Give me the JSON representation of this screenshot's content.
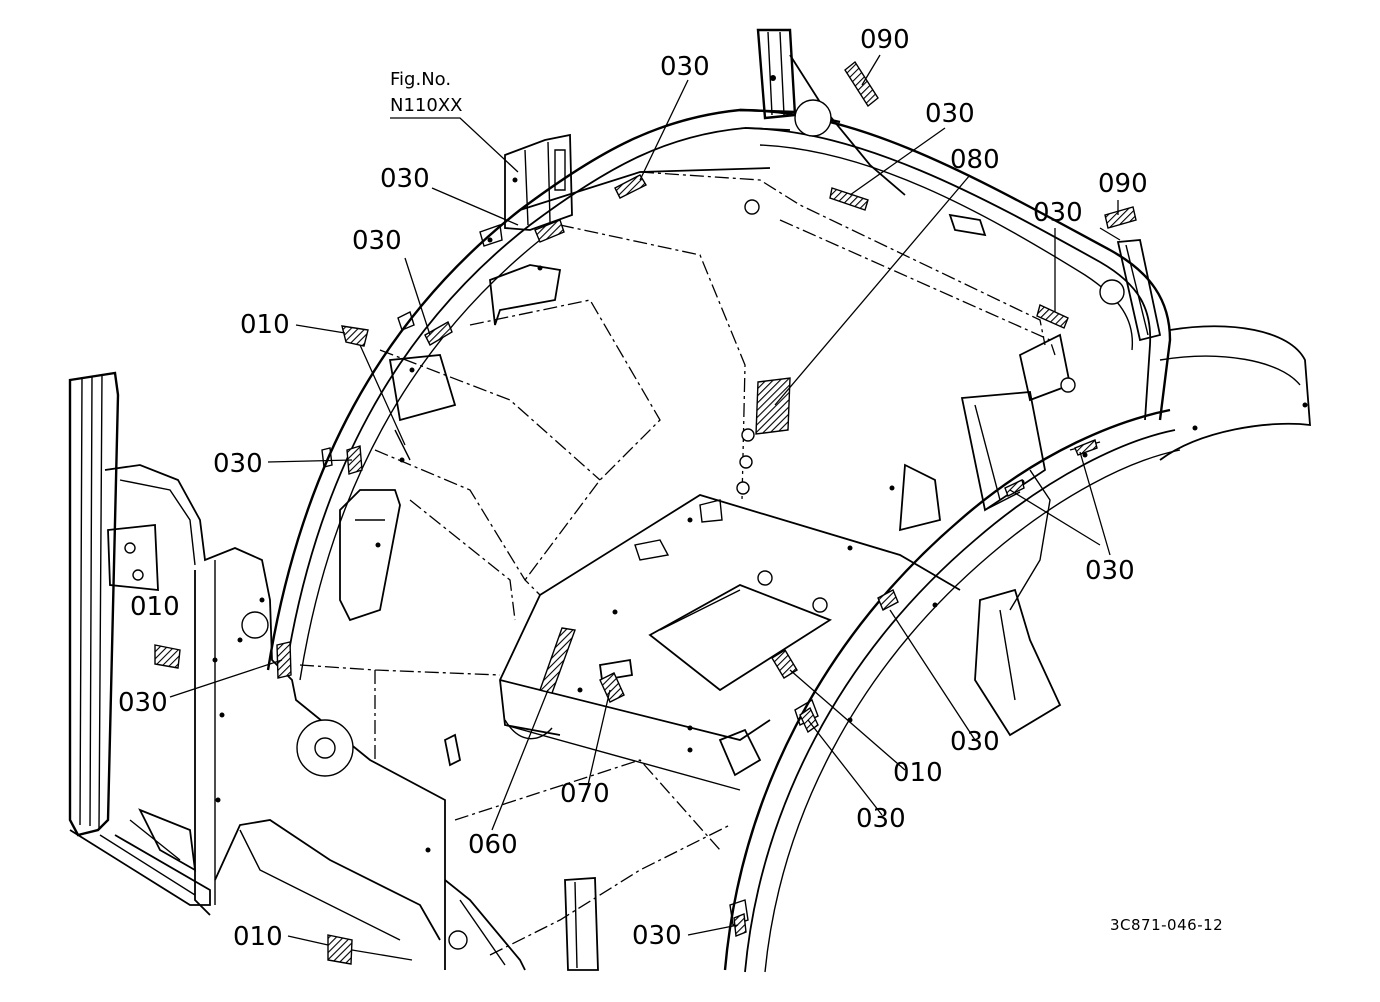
{
  "figure": {
    "fig_no_label": "Fig.No.",
    "fig_no_value": "N110XX",
    "drawing_number": "3C871-046-12"
  },
  "callouts": [
    {
      "id": "c090-top",
      "text": "090"
    },
    {
      "id": "c030-a",
      "text": "030"
    },
    {
      "id": "c030-b",
      "text": "030"
    },
    {
      "id": "c080",
      "text": "080"
    },
    {
      "id": "c090-right",
      "text": "090"
    },
    {
      "id": "c030-c",
      "text": "030"
    },
    {
      "id": "c030-d",
      "text": "030"
    },
    {
      "id": "c030-e",
      "text": "030"
    },
    {
      "id": "c010-a",
      "text": "010"
    },
    {
      "id": "c030-f",
      "text": "030"
    },
    {
      "id": "c010-b",
      "text": "010"
    },
    {
      "id": "c030-g",
      "text": "030"
    },
    {
      "id": "c030-h",
      "text": "030"
    },
    {
      "id": "c030-i",
      "text": "030"
    },
    {
      "id": "c010-c",
      "text": "010"
    },
    {
      "id": "c070",
      "text": "070"
    },
    {
      "id": "c060",
      "text": "060"
    },
    {
      "id": "c030-j",
      "text": "030"
    },
    {
      "id": "c010-d",
      "text": "010"
    },
    {
      "id": "c030-k",
      "text": "030"
    }
  ]
}
